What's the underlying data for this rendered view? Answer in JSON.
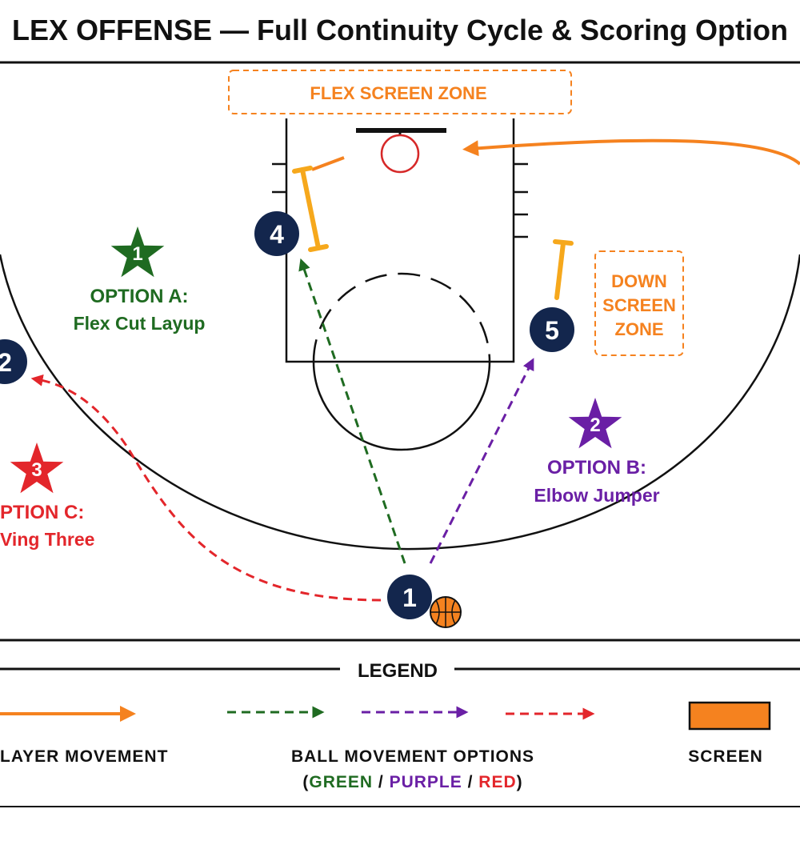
{
  "title": "LEX OFFENSE — Full Continuity Cycle & Scoring Option",
  "colors": {
    "navy": "#13264d",
    "orange": "#f5821f",
    "screen": "#f6a81c",
    "green": "#1f6b21",
    "purple": "#6a1fa5",
    "red": "#e3262b",
    "rim": "#d62828",
    "line": "#111111"
  },
  "zones": {
    "flex": "FLEX SCREEN ZONE",
    "down": [
      "DOWN",
      "SCREEN",
      "ZONE"
    ]
  },
  "players": [
    {
      "id": "p1",
      "label": "1",
      "icon": "basketball-icon"
    },
    {
      "id": "p2",
      "label": "2"
    },
    {
      "id": "p4",
      "label": "4"
    },
    {
      "id": "p5",
      "label": "5"
    }
  ],
  "options": {
    "a": {
      "star": "1",
      "title": "OPTION A:",
      "subtitle": "Flex Cut Layup",
      "icon": "star-icon"
    },
    "b": {
      "star": "2",
      "title": "OPTION B:",
      "subtitle": "Elbow Jumper",
      "icon": "star-icon"
    },
    "c": {
      "star": "3",
      "title": "PTION C:",
      "subtitle": "Ving Three",
      "icon": "star-icon"
    }
  },
  "legend": {
    "title": "LEGEND",
    "player_movement": "LAYER  MOVEMENT",
    "ball_movement": "BALL  MOVEMENT  OPTIONS",
    "paren_open": "(",
    "green": "GREEN",
    "slash": " / ",
    "purple": "PURPLE",
    "red": "RED",
    "paren_close": ")",
    "screen": "SCREEN"
  }
}
